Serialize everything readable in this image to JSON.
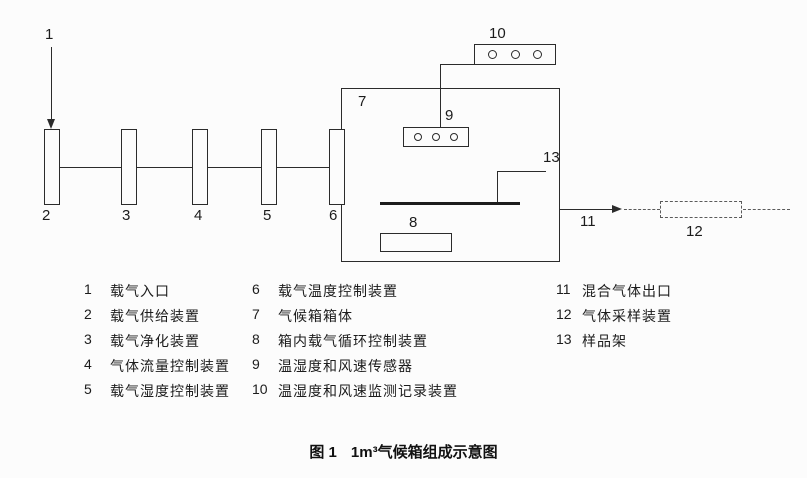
{
  "figure": {
    "caption_prefix": "图 1",
    "caption_text": "1m³气候箱组成示意图"
  },
  "diagram": {
    "labels": {
      "n1": "1",
      "n2": "2",
      "n3": "3",
      "n4": "4",
      "n5": "5",
      "n6": "6",
      "n7": "7",
      "n8": "8",
      "n9": "9",
      "n10": "10",
      "n11": "11",
      "n12": "12",
      "n13": "13"
    }
  },
  "legend": {
    "col1": [
      {
        "num": "1",
        "text": "载气入口"
      },
      {
        "num": "2",
        "text": "载气供给装置"
      },
      {
        "num": "3",
        "text": "载气净化装置"
      },
      {
        "num": "4",
        "text": "气体流量控制装置"
      },
      {
        "num": "5",
        "text": "载气湿度控制装置"
      }
    ],
    "col2": [
      {
        "num": "6",
        "text": "载气温度控制装置"
      },
      {
        "num": "7",
        "text": "气候箱箱体"
      },
      {
        "num": "8",
        "text": "箱内载气循环控制装置"
      },
      {
        "num": "9",
        "text": "温湿度和风速传感器"
      },
      {
        "num": "10",
        "text": "温湿度和风速监测记录装置"
      }
    ],
    "col3": [
      {
        "num": "11",
        "text": "混合气体出口"
      },
      {
        "num": "12",
        "text": "气体采样装置"
      },
      {
        "num": "13",
        "text": "样品架"
      }
    ]
  }
}
